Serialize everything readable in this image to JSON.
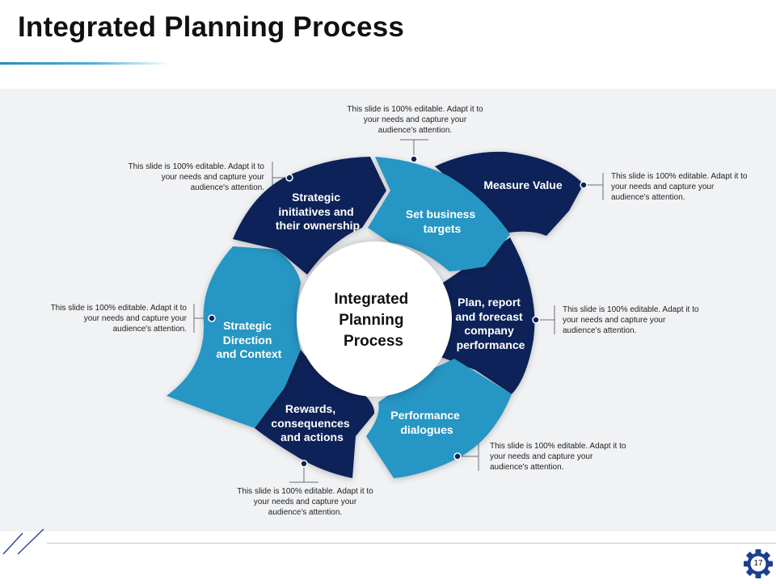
{
  "slide": {
    "title": "Integrated Planning Process",
    "page_number": "17"
  },
  "center": {
    "lines": [
      "Integrated",
      "Planning",
      "Process"
    ]
  },
  "segments": [
    {
      "id": "measure-value",
      "lines": [
        "Measure Value"
      ]
    },
    {
      "id": "set-business-targets",
      "lines": [
        "Set business",
        "targets"
      ]
    },
    {
      "id": "strategic-initiatives",
      "lines": [
        "Strategic",
        "initiatives and",
        "their ownership"
      ]
    },
    {
      "id": "strategic-direction",
      "lines": [
        "Strategic",
        "Direction",
        "and Context"
      ]
    },
    {
      "id": "rewards",
      "lines": [
        "Rewards,",
        "consequences",
        "and actions"
      ]
    },
    {
      "id": "performance-dialogues",
      "lines": [
        "Performance",
        "dialogues"
      ]
    },
    {
      "id": "plan-report",
      "lines": [
        "Plan, report",
        "and forecast",
        "company",
        "performance"
      ]
    }
  ],
  "notes": {
    "top": "This slide is 100% editable. Adapt it to your needs and capture your audience's attention.",
    "upper_left": "This slide is 100% editable. Adapt it to your needs and capture your audience's attention.",
    "upper_right": "This slide is 100% editable. Adapt it to your needs and capture your audience's attention.",
    "left": "This slide is 100% editable. Adapt it to your needs and capture your audience's attention.",
    "right": "This slide is 100% editable. Adapt it to your needs and capture your audience's attention.",
    "lower_right": "This slide is 100% editable. Adapt it to your needs and capture your audience's attention.",
    "bottom": "This slide is 100% editable. Adapt it to your needs and capture your audience's attention."
  },
  "colors": {
    "navy": "#0e2259",
    "blue": "#2596c4",
    "panel": "#f1f2f4"
  }
}
